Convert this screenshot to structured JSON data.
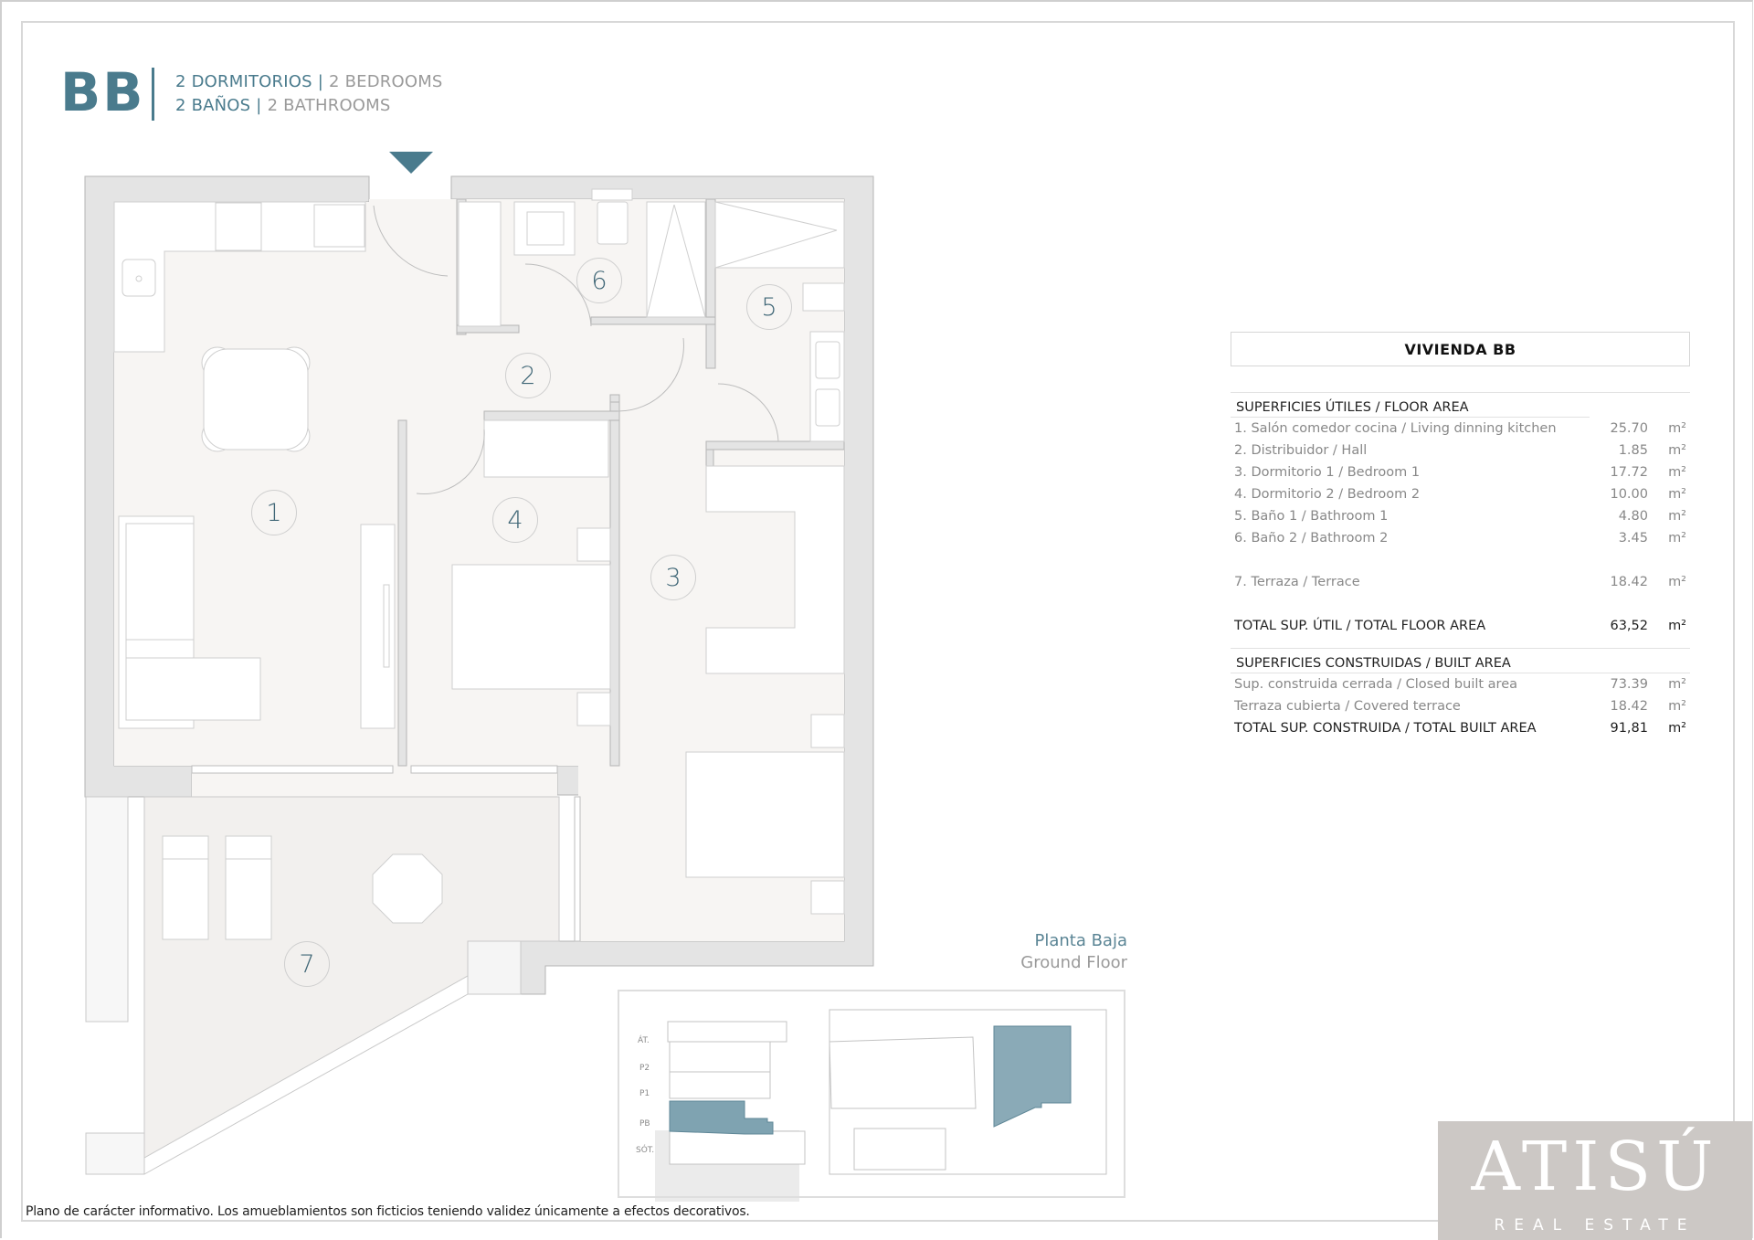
{
  "header": {
    "unit_code": "BB",
    "line1": {
      "es": "2 DORMITORIOS",
      "sep": "|",
      "en": "2 BEDROOMS"
    },
    "line2": {
      "es": "2 BAÑOS",
      "sep": "|",
      "en": "2 BATHROOMS"
    }
  },
  "plan": {
    "entrance_icon": "entrance-arrow-icon",
    "rooms": [
      {
        "id": "1",
        "label": "1",
        "name": "Salón comedor cocina / Living dinning kitchen"
      },
      {
        "id": "2",
        "label": "2",
        "name": "Distribuidor / Hall"
      },
      {
        "id": "3",
        "label": "3",
        "name": "Dormitorio 1 / Bedroom 1"
      },
      {
        "id": "4",
        "label": "4",
        "name": "Dormitorio 2 / Bedroom 2"
      },
      {
        "id": "5",
        "label": "5",
        "name": "Baño 1 / Bathroom 1"
      },
      {
        "id": "6",
        "label": "6",
        "name": "Baño 2 / Bathroom 2"
      },
      {
        "id": "7",
        "label": "7",
        "name": "Terraza / Terrace"
      }
    ],
    "floor_name": {
      "es": "Planta Baja",
      "en": "Ground Floor"
    },
    "colors": {
      "wall": "#e4e4e4",
      "floor": "#f7f5f3",
      "accent": "#4a7b8d",
      "highlight": "#8aaab7"
    }
  },
  "key_plan": {
    "levels": [
      "ÁT.",
      "P2",
      "P1",
      "PB",
      "SÓT."
    ],
    "highlighted_level": "PB"
  },
  "table": {
    "title": "VIVIENDA BB",
    "floor_area": {
      "heading": "SUPERFICIES ÚTILES / FLOOR AREA",
      "rows": [
        {
          "label": "1. Salón comedor cocina / Living dinning kitchen",
          "value": "25.70",
          "unit": "m²"
        },
        {
          "label": "2. Distribuidor / Hall",
          "value": "1.85",
          "unit": "m²"
        },
        {
          "label": "3. Dormitorio 1 / Bedroom 1",
          "value": "17.72",
          "unit": "m²"
        },
        {
          "label": "4. Dormitorio 2 / Bedroom 2",
          "value": "10.00",
          "unit": "m²"
        },
        {
          "label": "5. Baño 1 / Bathroom 1",
          "value": "4.80",
          "unit": "m²"
        },
        {
          "label": "6. Baño 2 / Bathroom 2",
          "value": "3.45",
          "unit": "m²"
        }
      ],
      "terrace": {
        "label": "7. Terraza / Terrace",
        "value": "18.42",
        "unit": "m²"
      },
      "total": {
        "label": "TOTAL SUP. ÚTIL / TOTAL FLOOR AREA",
        "value": "63,52",
        "unit": "m²"
      }
    },
    "built_area": {
      "heading": "SUPERFICIES CONSTRUIDAS / BUILT AREA",
      "rows": [
        {
          "label": "Sup. construida cerrada / Closed built area",
          "value": "73.39",
          "unit": "m²"
        },
        {
          "label": "Terraza cubierta / Covered terrace",
          "value": "18.42",
          "unit": "m²"
        }
      ],
      "total": {
        "label": "TOTAL SUP. CONSTRUIDA /  TOTAL BUILT AREA",
        "value": "91,81",
        "unit": "m²"
      }
    }
  },
  "disclaimer": "Plano de carácter informativo. Los amueblamientos son ficticios teniendo validez únicamente a efectos decorativos.",
  "logo": {
    "main": "ATISÚ",
    "sub": "REAL ESTATE",
    "bg": "#ccc8c5"
  }
}
